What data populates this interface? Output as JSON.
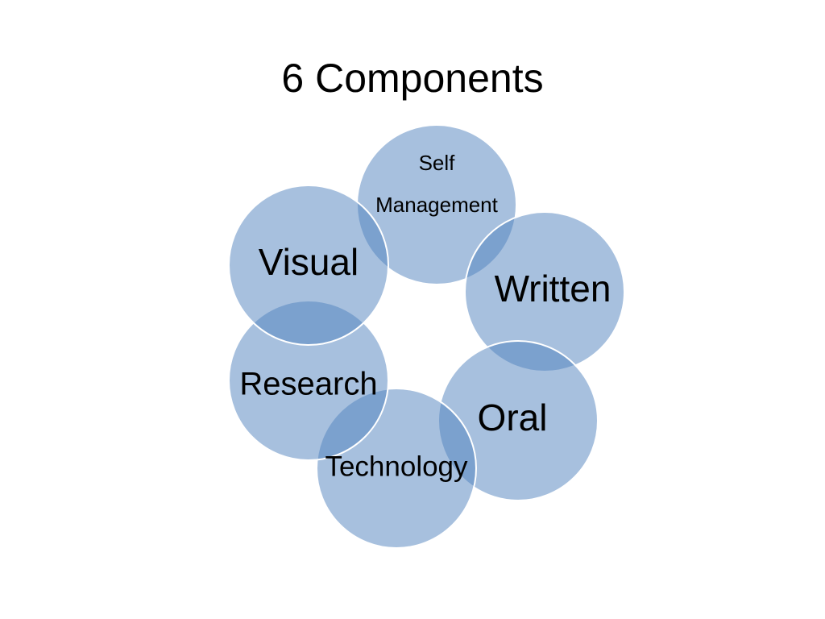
{
  "title": "6 Components",
  "colors": {
    "circle_fill": "#4f81bd",
    "circle_stroke": "#ffffff",
    "text": "#000000"
  },
  "components": [
    {
      "name": "self-management",
      "lines": [
        "Self",
        "Management"
      ]
    },
    {
      "name": "written",
      "lines": [
        "Written"
      ]
    },
    {
      "name": "oral",
      "lines": [
        "Oral"
      ]
    },
    {
      "name": "technology",
      "lines": [
        "Technology"
      ]
    },
    {
      "name": "research",
      "lines": [
        "Research"
      ]
    },
    {
      "name": "visual",
      "lines": [
        "Visual"
      ]
    }
  ]
}
